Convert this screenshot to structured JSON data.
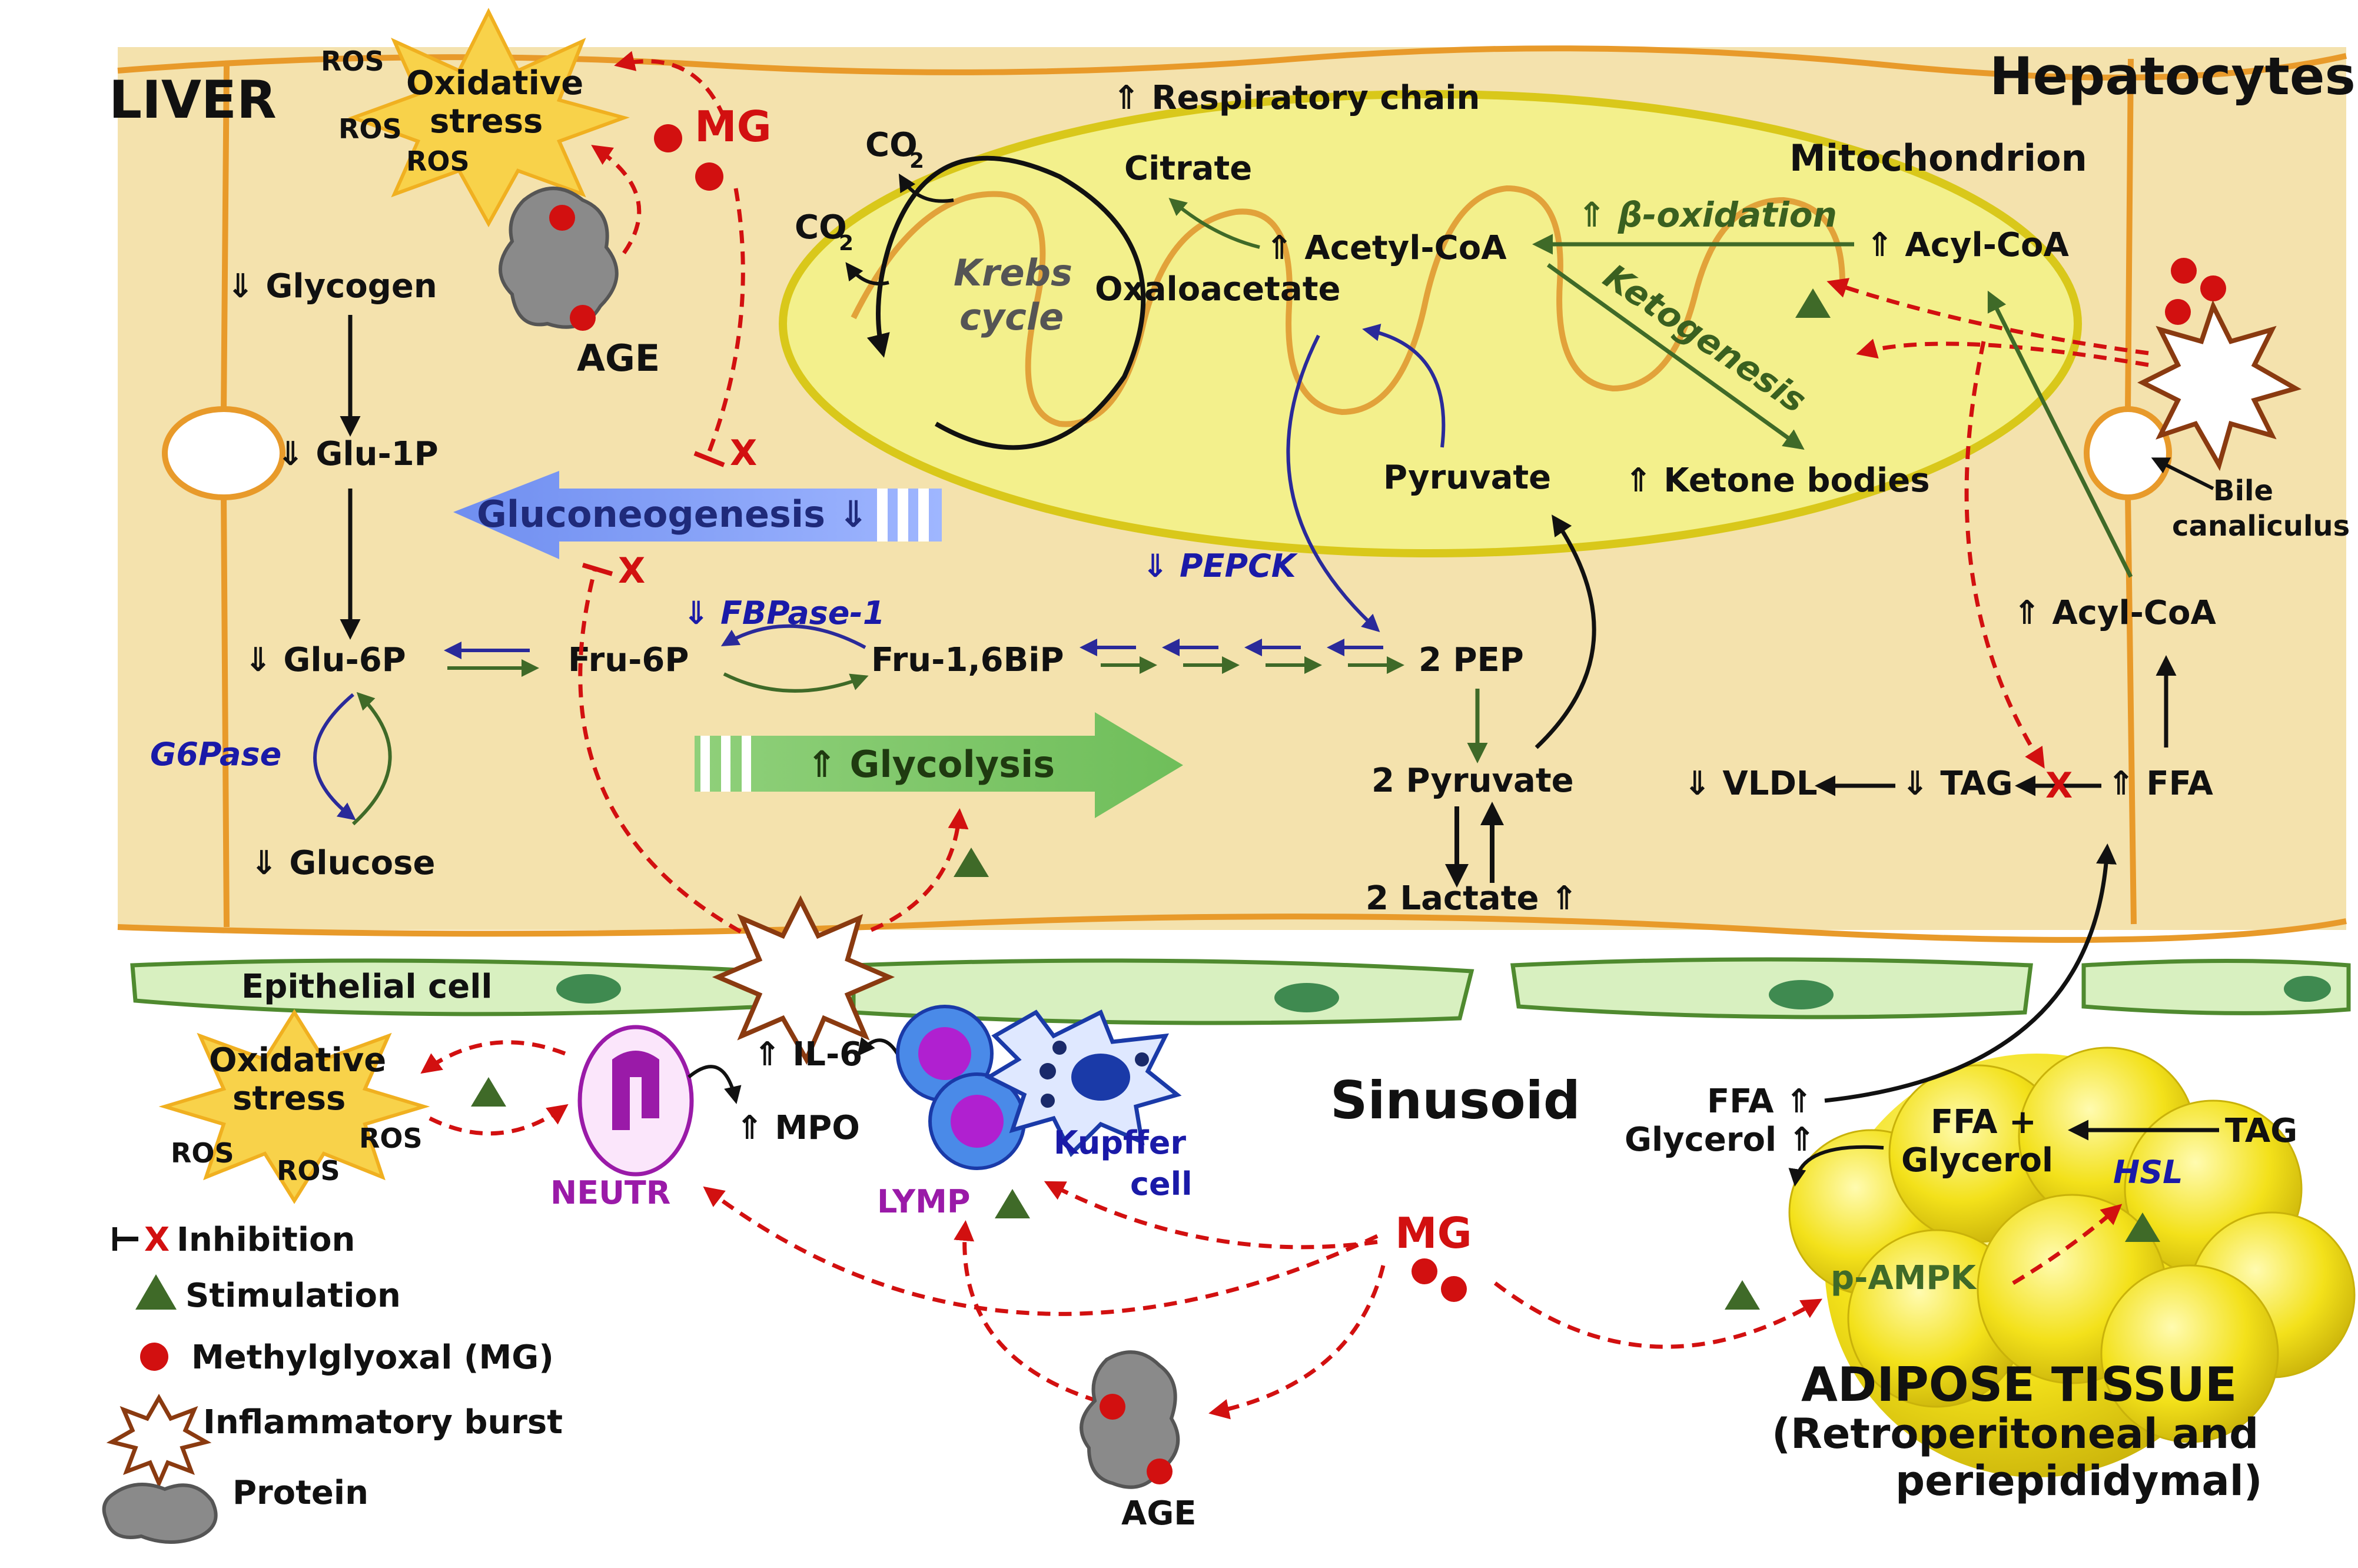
{
  "regions": {
    "liver": "LIVER",
    "hepatocytes": "Hepatocytes",
    "mitochondrion": "Mitochondrion",
    "sinusoid": "Sinusoid",
    "adipose_title": "ADIPOSE TISSUE",
    "adipose_sub1": "(Retroperitoneal and",
    "adipose_sub2": "periepididymal)",
    "bile": "Bile",
    "canaliculus": "canaliculus",
    "epithelial": "Epithelial cell"
  },
  "liver_top": {
    "ros1": "ROS",
    "ros2": "ROS",
    "ros3": "ROS",
    "oxidative": "Oxidative",
    "stress": "stress",
    "mg": "MG",
    "age": "AGE"
  },
  "glycogen_path": {
    "glycogen": "⇓ Glycogen",
    "glu1p": "⇓ Glu-1P",
    "glu6p": "⇓ Glu-6P",
    "g6pase": "G6Pase",
    "glucose": "⇓ Glucose",
    "fru6p": "Fru-6P",
    "fbpase": "⇓ FBPase-1",
    "fru16": "Fru-1,6BiP",
    "pep": "2 PEP",
    "pyruvate2": "2 Pyruvate",
    "lactate": "2 Lactate ⇑",
    "pepck": "⇓ PEPCK"
  },
  "bands": {
    "gluconeogenesis": "Gluconeogenesis ⇓",
    "glycolysis": "⇑ Glycolysis"
  },
  "mito": {
    "resp": "⇑ Respiratory chain",
    "citrate": "Citrate",
    "co2_a": "CO",
    "co2_b": "CO",
    "sub2": "2",
    "krebs1": "Krebs",
    "krebs2": "cycle",
    "oxaloacetate": "Oxaloacetate",
    "acetylcoa": "⇑ Acetyl-CoA",
    "betaox": "⇑ β-oxidation",
    "acylcoa": "⇑ Acyl-CoA",
    "ketogenesis": "Ketogenesis",
    "ketone": "⇑ Ketone bodies",
    "pyruvate": "Pyruvate"
  },
  "lipid": {
    "acylcoa2": "⇑ Acyl-CoA",
    "vldl": "⇓ VLDL",
    "tag": "⇓ TAG",
    "ffa": "⇑ FFA"
  },
  "sinusoid": {
    "oxidative": "Oxidative",
    "stress": "stress",
    "ros1": "ROS",
    "ros2": "ROS",
    "ros3": "ROS",
    "il6": "⇑ IL-6",
    "mpo": "⇑ MPO",
    "neutr": "NEUTR",
    "lymp": "LYMP",
    "kupffer1": "Kupffer",
    "kupffer2": "cell",
    "mg": "MG",
    "age": "AGE"
  },
  "adipose": {
    "ffa_out": "FFA ⇑",
    "glycerol_out": "Glycerol ⇑",
    "ffa_glycerol1": "FFA +",
    "ffa_glycerol2": "Glycerol",
    "tag": "TAG",
    "hsl": "HSL",
    "pampk": "p-AMPK"
  },
  "legend": {
    "inhibition": "Inhibition",
    "stimulation": "Stimulation",
    "mg": "Methylglyoxal (MG)",
    "burst": "Inflammatory burst",
    "protein": "Protein"
  },
  "colors": {
    "cell_fill": "#f4e2ad",
    "cell_border": "#e89a2a",
    "mito_fill": "#f3f08c",
    "mito_border": "#d9c81a",
    "red": "#d21010",
    "green_arrow": "#3f6a28",
    "blue_arrow": "#2a2a9a",
    "epithelial_fill": "#d8f0c0",
    "epithelial_border": "#4f8a2f",
    "fat": "#f3e11a"
  }
}
